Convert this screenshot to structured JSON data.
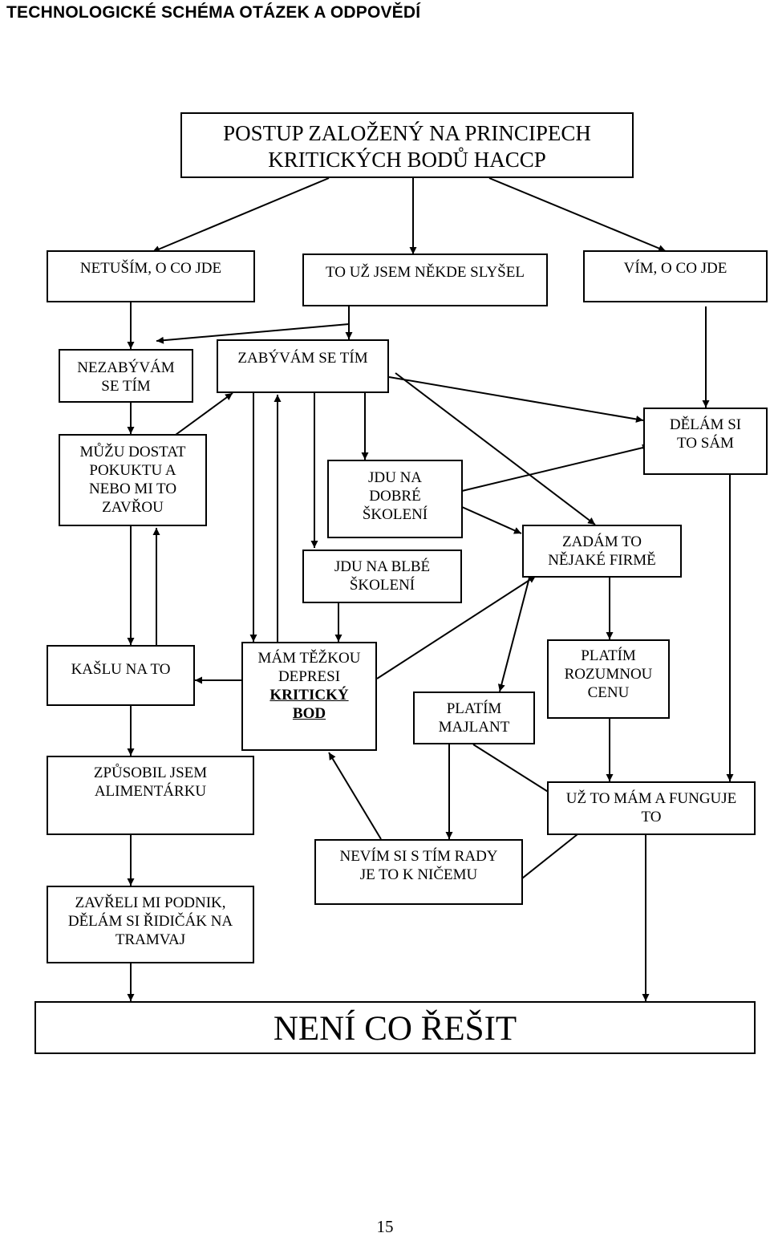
{
  "header": {
    "title": "TECHNOLOGICKÉ SCHÉMA OTÁZEK A ODPOVĚDÍ"
  },
  "nodes": {
    "haccp": [
      "POSTUP ZALOŽENÝ NA PRINCIPECH",
      "KRITICKÝCH BODŮ HACCP"
    ],
    "netusim": [
      "NETUŠÍM, O CO JDE"
    ],
    "slysel": [
      "TO UŽ JSEM NĚKDE SLYŠEL"
    ],
    "vim": [
      "VÍM, O CO JDE"
    ],
    "nezabyvam": [
      "NEZABÝVÁM",
      "SE TÍM"
    ],
    "zabyvam": [
      "ZABÝVÁM SE TÍM"
    ],
    "pokuta": [
      "MŮŽU DOSTAT",
      "POKUKTU A",
      "NEBO MI TO",
      "ZAVŘOU"
    ],
    "dobre_skoleni": [
      "JDU NA",
      "DOBRÉ",
      "ŠKOLENÍ"
    ],
    "blbe_skoleni": [
      "JDU NA BLBÉ",
      "ŠKOLENÍ"
    ],
    "delam_sam": [
      "DĚLÁM SI",
      "TO SÁM"
    ],
    "zadam_firme": [
      "ZADÁM TO",
      "NĚJAKÉ FIRMĚ"
    ],
    "kaslu": [
      "KAŠLU NA TO"
    ],
    "deprese": [
      "MÁM TĚŽKOU",
      "DEPRESI",
      "KRITICKÝ",
      "BOD"
    ],
    "majlant": [
      "PLATÍM",
      "MAJLANT"
    ],
    "rozumnou_cenu": [
      "PLATÍM",
      "ROZUMNOU",
      "CENU"
    ],
    "alimentarku": [
      "ZPŮSOBIL JSEM",
      "ALIMENTÁRKU"
    ],
    "funguje": [
      "UŽ TO MÁM A FUNGUJE",
      "TO"
    ],
    "nevim": [
      "NEVÍM SI S TÍM RADY",
      "JE TO K NIČEMU"
    ],
    "podnik": [
      "ZAVŘELI MI PODNIK,",
      "DĚLÁM SI ŘIDIČÁK NA",
      "TRAMVAJ"
    ],
    "neni": [
      "NENÍ CO ŘEŠIT"
    ]
  },
  "footer": {
    "page_number": "15"
  }
}
